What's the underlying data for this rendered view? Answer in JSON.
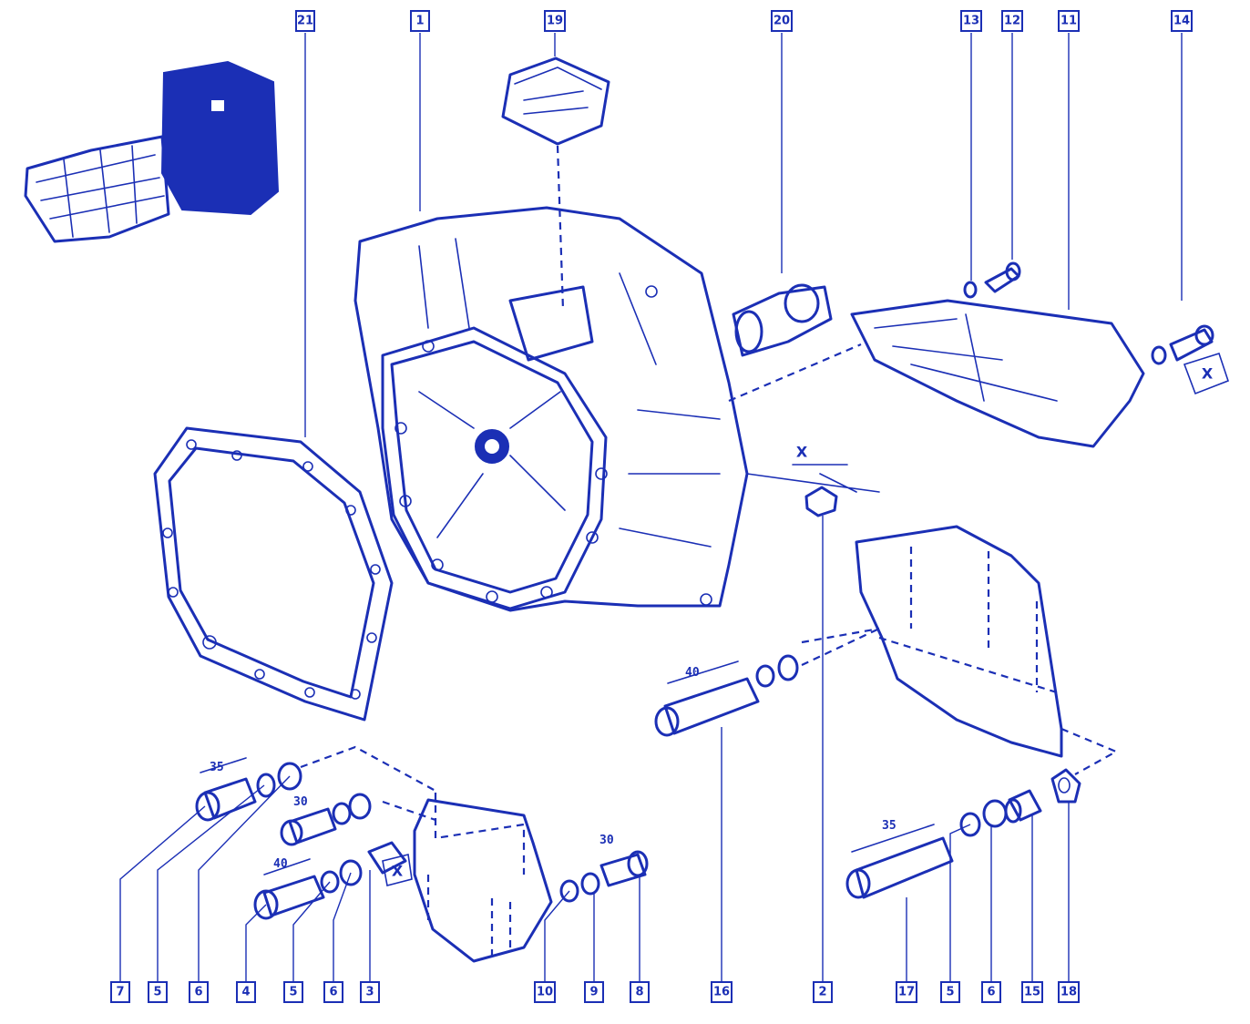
{
  "colors": {
    "ink": "#1b2fb5",
    "background": "#ffffff"
  },
  "callouts_top": [
    "21",
    "1",
    "19",
    "20",
    "13",
    "12",
    "11",
    "14"
  ],
  "callouts_bottom": [
    "7",
    "5",
    "6",
    "4",
    "5",
    "6",
    "3",
    "10",
    "9",
    "8",
    "16",
    "2",
    "17",
    "5",
    "6",
    "15",
    "18"
  ],
  "dimensions": [
    "35",
    "30",
    "40",
    "30",
    "40",
    "35"
  ],
  "x_marks": [
    "X",
    "X",
    "X"
  ]
}
